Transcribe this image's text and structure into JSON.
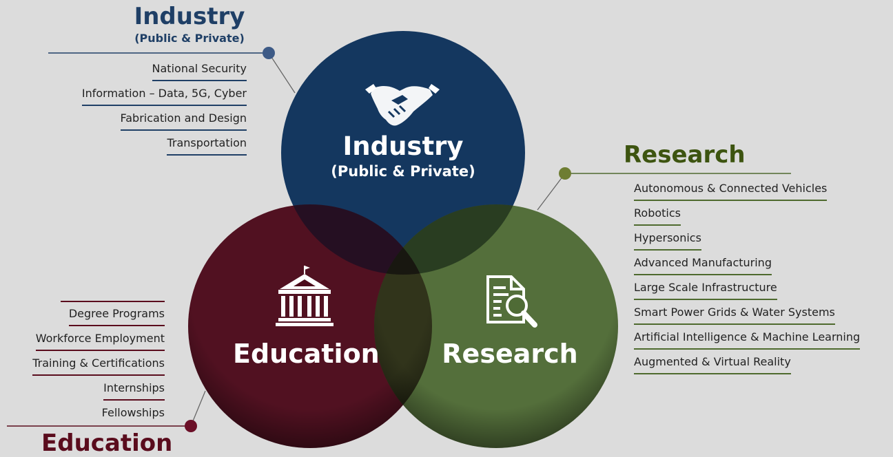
{
  "industry": {
    "circle_title": "Industry",
    "circle_subtitle": "(Public & Private)",
    "callout_title": "Industry",
    "callout_subtitle": "(Public & Private)",
    "items": [
      "National Security",
      "Information – Data, 5G, Cyber",
      "Fabrication and Design",
      "Transportation"
    ],
    "color": "#14375f",
    "icon": "handshake-icon"
  },
  "research": {
    "circle_title": "Research",
    "callout_title": "Research",
    "items": [
      "Autonomous & Connected Vehicles",
      "Robotics",
      "Hypersonics",
      "Advanced Manufacturing",
      "Large Scale Infrastructure",
      "Smart Power Grids & Water Systems",
      "Artificial Intelligence & Machine Learning",
      "Augmented & Virtual Reality"
    ],
    "color": "#4f6b36",
    "icon": "document-search-icon"
  },
  "education": {
    "circle_title": "Education",
    "callout_title": "Education",
    "items": [
      "Degree Programs",
      "Workforce Employment",
      "Training & Certifications",
      "Internships",
      "Fellowships"
    ],
    "color": "#520c1f",
    "icon": "university-building-icon"
  }
}
